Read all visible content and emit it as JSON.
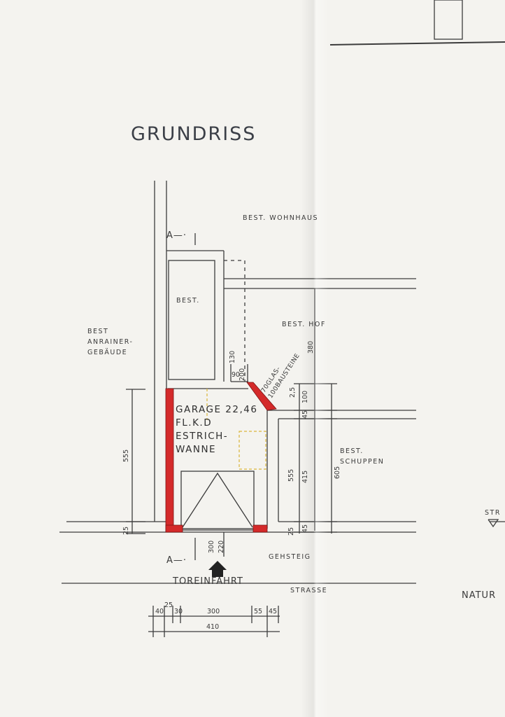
{
  "title": "GRUNDRISS",
  "labels": {
    "wohnhaus": "BEST. WOHNHAUS",
    "best": "BEST.",
    "anrainer_1": "BEST",
    "anrainer_2": "ANRAINER-",
    "anrainer_3": "GEBÄUDE",
    "hof": "BEST.  HOF",
    "schuppen_1": "BEST.",
    "schuppen_2": "SCHUPPEN",
    "garage_1": "GARAGE  22,46",
    "garage_2": "FL.K.D",
    "garage_3": "ESTRICH-",
    "garage_4": "WANNE",
    "glas_1": "70GLAS-",
    "glas_2": "100BAUSTEINE",
    "glas_3": "380",
    "section_top": "A—·",
    "section_bottom": "A—·",
    "gehsteig": "GEHSTEIG",
    "toreinfahrt": "TOREINFAHRT",
    "strasse": "STRASSE",
    "natur": "NATUR",
    "stra": "STR"
  },
  "dims": {
    "d555_left": "555",
    "d25_left": "25",
    "d90": "90",
    "d130": "130",
    "d200": "200",
    "d25_a": "2,5",
    "d100": "100",
    "d45_a": "45",
    "d555_right": "555",
    "d415": "415",
    "d25_b": "25",
    "d45_b": "45",
    "d605": "605",
    "d300_v": "300",
    "d220_v": "220",
    "b40": "40",
    "b25": "25",
    "b30": "30",
    "b300": "300",
    "b55": "55",
    "b45": "45",
    "b410": "410"
  },
  "colors": {
    "paper": "#f4f3ef",
    "line": "#3c3c3c",
    "wall_red": "#d42a2a",
    "yellow_dashed": "#d9b53a"
  }
}
